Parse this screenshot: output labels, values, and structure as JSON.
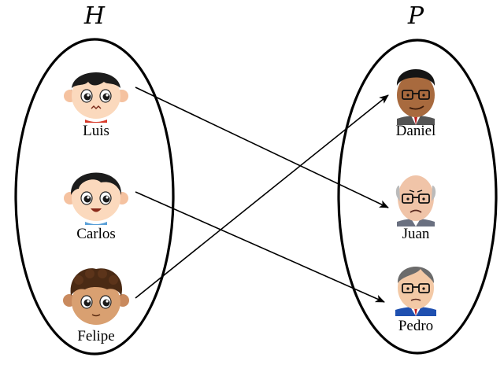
{
  "sets": {
    "left": {
      "label": "H",
      "members": [
        "Luis",
        "Carlos",
        "Felipe"
      ]
    },
    "right": {
      "label": "P",
      "members": [
        "Daniel",
        "Juan",
        "Pedro"
      ]
    }
  },
  "mapping": [
    {
      "from": "Luis",
      "to": "Juan"
    },
    {
      "from": "Carlos",
      "to": "Pedro"
    },
    {
      "from": "Felipe",
      "to": "Daniel"
    }
  ],
  "avatars": {
    "Luis": "child-avatar-black-bob-hair",
    "Carlos": "child-avatar-black-hair-smiling",
    "Felipe": "child-avatar-brown-curly-hair",
    "Daniel": "man-avatar-glasses-dark-skin",
    "Juan": "old-man-avatar-bald-frowning",
    "Pedro": "man-avatar-glasses-gray-hair"
  },
  "colors": {
    "line": "#000000",
    "background": "#ffffff"
  }
}
